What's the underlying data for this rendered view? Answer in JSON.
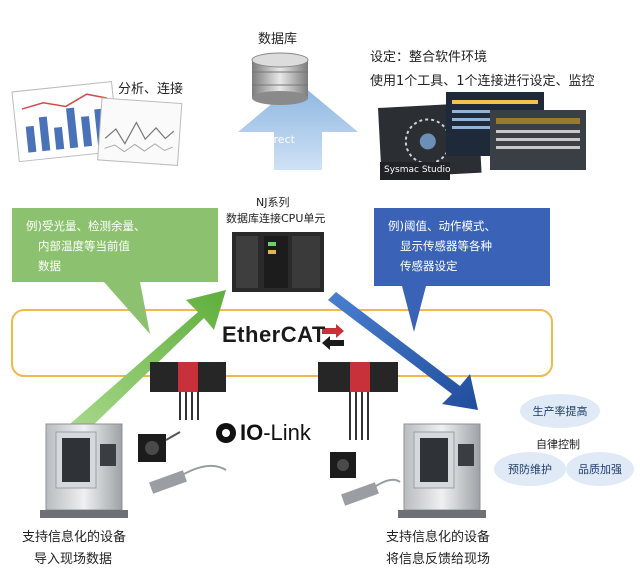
{
  "database": {
    "label": "数据库",
    "arrow_label": "Direct"
  },
  "analysis": {
    "label": "分析、连接"
  },
  "settings": {
    "title": "设定：整合软件环境",
    "subtitle": "使用1个工具、1个连接进行设定、监控",
    "software": "Sysmac Studio"
  },
  "controller": {
    "line1": "NJ系列",
    "line2": "数据库连接CPU单元"
  },
  "left_callout": {
    "lines": [
      "例)受光量、检测余量、",
      "内部温度等当前值",
      "数据"
    ],
    "color": "#8cc26f"
  },
  "right_callout": {
    "lines": [
      "例)阈值、动作模式、",
      "显示传感器等各种",
      "传感器设定"
    ],
    "color": "#3a63b8"
  },
  "network": {
    "ethercat_prefix": "Ether",
    "ethercat_suffix": "CAT",
    "iolink_prefix": "IO",
    "iolink_suffix": "-Link"
  },
  "benefits": {
    "productivity": "生产率提高",
    "autonomous": "自律控制",
    "maintenance": "预防维护",
    "quality": "品质加强"
  },
  "left_device": {
    "line1": "支持信息化的设备",
    "line2": "导入现场数据"
  },
  "right_device": {
    "line1": "支持信息化的设备",
    "line2": "将信息反馈给现场"
  },
  "colors": {
    "green": "#7bc05a",
    "blue": "#2f5fb3",
    "sky": "#bcd8f2",
    "orange": "#f0b94a"
  }
}
